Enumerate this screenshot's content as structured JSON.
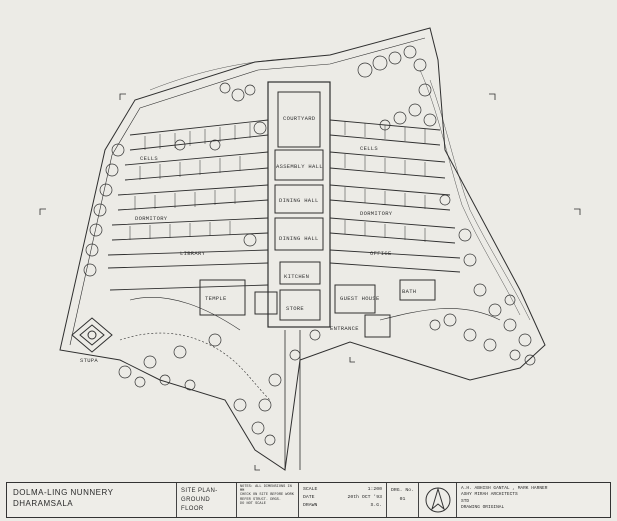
{
  "project": {
    "name_line1": "DOLMA-LING  NUNNERY",
    "name_line2": "DHARAMSALA"
  },
  "sheet": {
    "title_line1": "SITE PLAN-",
    "title_line2": "GROUND FLOOR"
  },
  "notes": {
    "lines": [
      "NOTES: ALL DIMENSIONS IN MM",
      "CHECK ON SITE BEFORE WORK",
      "REFER STRUCT. DRGS.",
      "DO NOT SCALE"
    ]
  },
  "drawing_info": {
    "scale_label": "SCALE",
    "scale_value": "1:200",
    "date_label": "DATE",
    "date_value": "20th OCT '93",
    "drawn_label": "DRAWN",
    "drawn_value": "S.G."
  },
  "drawing_number": {
    "label": "DRG. No.",
    "value": "01"
  },
  "architects": {
    "line1": "A.H. ABHISH GANTAL , MARK HARNER",
    "line2": "ASHY MIRAH  ARCHITECTS",
    "line3": "STD",
    "line4": "DRAWING ORIGINAL"
  },
  "plan_labels": {
    "courtyard": "COURTYARD",
    "assembly": "ASSEMBLY HALL",
    "dining": "DINING HALL",
    "dining_two": "DINING HALL",
    "kitchen": "KITCHEN",
    "library": "LIBRARY",
    "office": "OFFICE",
    "entrance": "ENTRANCE",
    "temple": "TEMPLE",
    "rooms_a": "CELLS",
    "rooms_b": "CELLS",
    "rooms_c": "DORMITORY",
    "rooms_d": "DORMITORY",
    "guest": "GUEST HOUSE",
    "store": "STORE",
    "bath": "BATH",
    "stupa": "STUPA"
  },
  "colors": {
    "ink": "#2f2f2f",
    "paper": "#ecebe6"
  },
  "icons": {
    "north_arrow": "north-arrow-icon"
  }
}
